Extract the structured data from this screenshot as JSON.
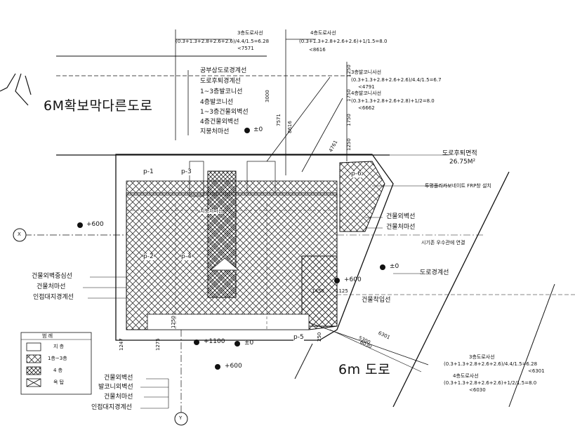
{
  "road_top": {
    "title": "6M확보막다른도로"
  },
  "road_bottom": {
    "title": "6m 도로"
  },
  "top_labels": {
    "floor3_line": "3층도로사선",
    "floor3_formula": "(0.3+1.3+2.8+2.6+2.6)/4.4/1.5=6.28",
    "floor3_value": "<7571",
    "floor4_line": "4층도로사선",
    "floor4_formula": "(0.3+1.3+2.8+2.6+2.6)+1/1.5=8.0",
    "floor4_value": "<8616"
  },
  "left_legend_lines": [
    "공부상도로경계선",
    "도로후퇴경계선",
    "1~3층발코니선",
    "4층발코니선",
    "1~3층건물외벽선",
    "4층건물외벽선",
    "지붕처마선"
  ],
  "right_upper_labels": {
    "l1": "3층발코니사선",
    "l1_formula": "(0.3+1.3+2.8+2.6+2.6)/4.4/1.5=6.7",
    "l1_value": "<4791",
    "l2": "4층발코니사선",
    "l2_formula": "(0.3+1.3+2.8+2.6+2.8)+1/2=8.0",
    "l2_value": "<6662"
  },
  "right_labels": {
    "retreat_area": "도로후퇴면적",
    "retreat_value": "26.75M²",
    "fence": "투명폴리카보네이트 FRP창 설치",
    "wall": "건물외벽선",
    "eave": "건물처마선",
    "rain": "시기존 우수관에 연결",
    "road_boundary": "도로경계선",
    "build_line": "건물착입선"
  },
  "left_labels": {
    "l1": "건물외벽중심선",
    "l2": "건물처마선",
    "l3": "인접대지경계선"
  },
  "bottom_labels": {
    "l1": "건물외벽선",
    "l2": "발코니외벽선",
    "l3": "건물처마선",
    "l4": "인접대지경계선"
  },
  "bottom_right_labels": {
    "floor3_line": "3층도로사선",
    "floor3_formula": "(0.3+1.3+2.8+2.6+2.6)/4.4/1.5=6.28",
    "floor3_value": "<6301",
    "floor4_line": "4층도로사선",
    "floor4_formula": "(0.3+1.3+2.8+2.6+2.6)+1/2/1.5=8.0",
    "floor4_value": "<6030"
  },
  "legend": {
    "title": "범 례",
    "items": [
      "지 층",
      "1층~3층",
      "4 층",
      "옥 탑"
    ]
  },
  "levels": {
    "top": "±0",
    "left": "+600",
    "right_mid": "±0",
    "right_low": "+600",
    "bottom_a": "+1100",
    "bottom_b": "±0",
    "bottom_c": "+600"
  },
  "rooms": [
    "p-1",
    "p-3",
    "p-6",
    "p-2",
    "p-4",
    "p-5"
  ],
  "room_center": "지붕처마선",
  "axes": {
    "x": "X",
    "y": "Y"
  },
  "dimensions": {
    "top_h": [
      "3000",
      "7571",
      "8616"
    ],
    "right_v": [
      "1250",
      "1750",
      "1750",
      "1250"
    ],
    "misc": [
      "4761",
      "5300",
      "1125",
      "1450",
      "6301",
      "6030",
      "1275",
      "1250",
      "1247",
      "250"
    ]
  }
}
